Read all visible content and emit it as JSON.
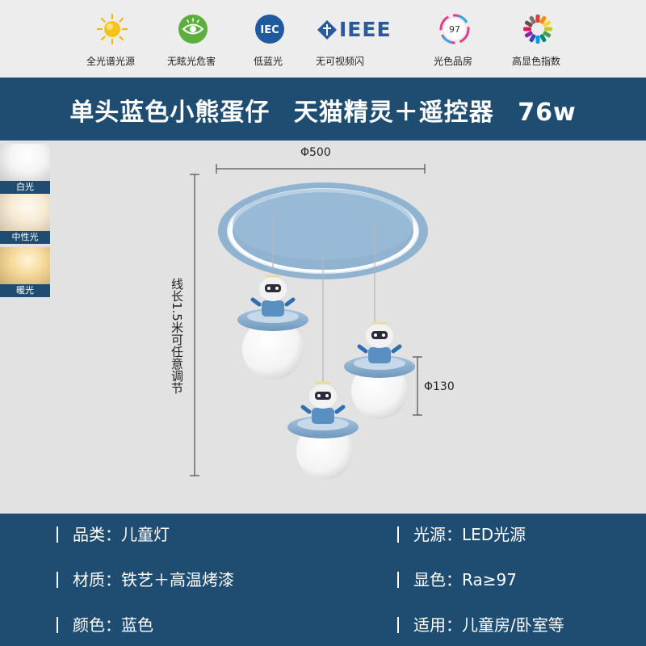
{
  "features": [
    {
      "icon": "sun-icon",
      "label": "全光谱光源"
    },
    {
      "icon": "eye-protection-icon",
      "label": "无眩光危害"
    },
    {
      "icon": "iec-badge-icon",
      "iec_text": "IEC",
      "label": "低蓝光"
    },
    {
      "icon": "ieee-logo-icon",
      "ieee_text": "IEEE",
      "label": "无可视频闪"
    },
    {
      "icon": "color-gauge-icon",
      "gauge_value": "97",
      "label": "光色品房"
    },
    {
      "icon": "color-wheel-icon",
      "label": "高显色指数"
    }
  ],
  "title": "单头蓝色小熊蛋仔 天猫精灵＋遥控器 76w",
  "light_modes": [
    {
      "label": "白光",
      "color": "#ffffff"
    },
    {
      "label": "中性光",
      "color": "#fff3d6"
    },
    {
      "label": "暖光",
      "color": "#ffd98c"
    }
  ],
  "dimensions": {
    "diameter": "Φ500",
    "shade": "Φ130",
    "cable": "线长1.5米可任意调节"
  },
  "specs": [
    {
      "text": "品类：儿童灯"
    },
    {
      "text": "光源：LED光源"
    },
    {
      "text": "材质：铁艺＋高温烤漆"
    },
    {
      "text": "显色：Ra≥97"
    },
    {
      "text": "颜色：蓝色"
    },
    {
      "text": "适用：儿童房/卧室等"
    }
  ],
  "colors": {
    "brand_blue": "#1f4d72",
    "lamp_blue": "#8fb3d0",
    "accent_blue": "#2a5a9a"
  }
}
